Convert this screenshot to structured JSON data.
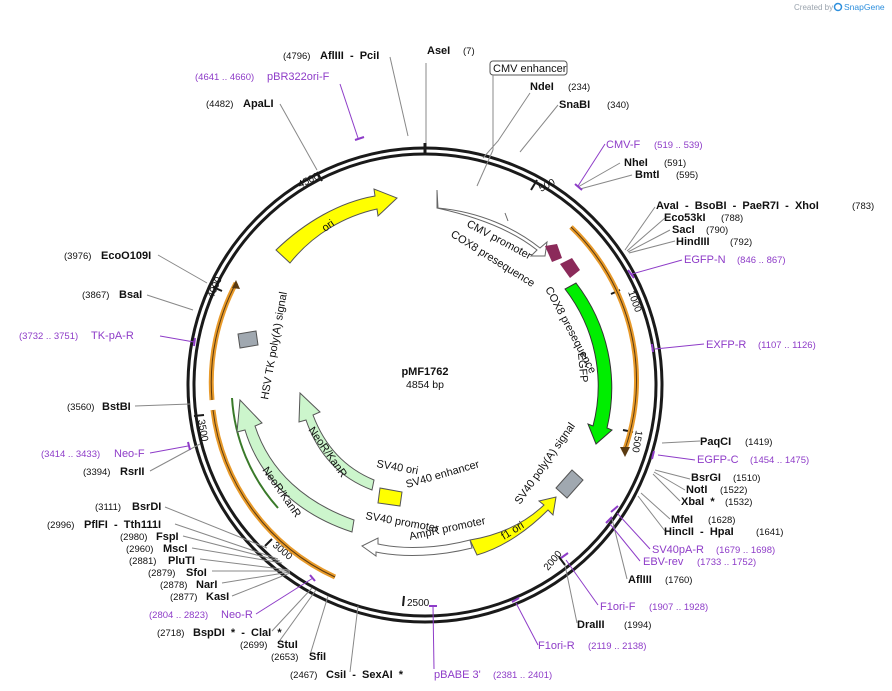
{
  "credit": {
    "prefix": "Created by",
    "brand": "SnapGene"
  },
  "plasmid": {
    "name": "pMF1762",
    "length_text": "4854 bp",
    "length_bp": 4854
  },
  "ticks": [
    {
      "label": "500"
    },
    {
      "label": "1000"
    },
    {
      "label": "1500"
    },
    {
      "label": "2000"
    },
    {
      "label": "2500"
    },
    {
      "label": "3000"
    },
    {
      "label": "3500"
    },
    {
      "label": "4000"
    },
    {
      "label": "4500"
    }
  ],
  "features": {
    "cmv_enhancer": "CMV enhancer",
    "cmv_promoter": "CMV promoter",
    "cox8_1": "COX8 presequence",
    "cox8_2": "COX8 presequence",
    "egfp": "EGFP",
    "sv40_polya": "SV40 poly(A) signal",
    "f1_ori": "f1 ori",
    "ampr_promoter": "AmpR promoter",
    "sv40_promoter": "SV40 promoter",
    "sv40_ori": "SV40 ori",
    "sv40_enhancer": "SV40 enhancer",
    "neor_inner": "NeoR/KanR",
    "neor_outer": "NeoR/KanR",
    "hsv_tk": "HSV TK poly(A) signal",
    "ori": "ori"
  },
  "sites": [
    {
      "name": "AseI",
      "pos": "(7)"
    },
    {
      "name": "NdeI",
      "pos": "(234)"
    },
    {
      "name": "SnaBI",
      "pos": "(340)"
    },
    {
      "name": "NheI",
      "pos": "(591)"
    },
    {
      "name": "BmtI",
      "pos": "(595)"
    },
    {
      "name": "AvaI  -  BsoBI  -  PaeR7I  -  XhoI",
      "pos": "(783)"
    },
    {
      "name": "Eco53kI",
      "pos": "(788)"
    },
    {
      "name": "SacI",
      "pos": "(790)"
    },
    {
      "name": "HindIII",
      "pos": "(792)"
    },
    {
      "name": "PaqCI",
      "pos": "(1419)"
    },
    {
      "name": "BsrGI",
      "pos": "(1510)"
    },
    {
      "name": "NotI",
      "pos": "(1522)"
    },
    {
      "name": "XbaI  *",
      "pos": "(1532)"
    },
    {
      "name": "MfeI",
      "pos": "(1628)"
    },
    {
      "name": "HincII  -  HpaI",
      "pos": "(1641)"
    },
    {
      "name": "AflIII",
      "pos": "(1760)"
    },
    {
      "name": "DraIII",
      "pos": "(1994)"
    },
    {
      "name": "CsiI  -  SexAI  *",
      "pos": "(2467)"
    },
    {
      "name": "SfiI",
      "pos": "(2653)"
    },
    {
      "name": "StuI",
      "pos": "(2699)"
    },
    {
      "name": "BspDI  *  -  ClaI  *",
      "pos": "(2718)"
    },
    {
      "name": "KasI",
      "pos": "(2877)"
    },
    {
      "name": "NarI",
      "pos": "(2878)"
    },
    {
      "name": "SfoI",
      "pos": "(2879)"
    },
    {
      "name": "PluTI",
      "pos": "(2881)"
    },
    {
      "name": "MscI",
      "pos": "(2960)"
    },
    {
      "name": "FspI",
      "pos": "(2980)"
    },
    {
      "name": "PflFI  -  Tth111I",
      "pos": "(2996)"
    },
    {
      "name": "BsrDI",
      "pos": "(3111)"
    },
    {
      "name": "RsrII",
      "pos": "(3394)"
    },
    {
      "name": "BstBI",
      "pos": "(3560)"
    },
    {
      "name": "BsaI",
      "pos": "(3867)"
    },
    {
      "name": "EcoO109I",
      "pos": "(3976)"
    },
    {
      "name": "ApaLI",
      "pos": "(4482)"
    },
    {
      "name": "AflIII  -  PciI",
      "pos": "(4796)"
    }
  ],
  "primers": [
    {
      "name": "pBR322ori-F",
      "pos": "(4641 .. 4660)"
    },
    {
      "name": "CMV-F",
      "pos": "(519 .. 539)"
    },
    {
      "name": "EGFP-N",
      "pos": "(846 .. 867)"
    },
    {
      "name": "EXFP-R",
      "pos": "(1107 .. 1126)"
    },
    {
      "name": "EGFP-C",
      "pos": "(1454 .. 1475)"
    },
    {
      "name": "SV40pA-R",
      "pos": "(1679 .. 1698)"
    },
    {
      "name": "EBV-rev",
      "pos": "(1733 .. 1752)"
    },
    {
      "name": "F1ori-F",
      "pos": "(1907 .. 1928)"
    },
    {
      "name": "F1ori-R",
      "pos": "(2119 .. 2138)"
    },
    {
      "name": "pBABE 3'",
      "pos": "(2381 .. 2401)"
    },
    {
      "name": "Neo-R",
      "pos": "(2804 .. 2823)"
    },
    {
      "name": "Neo-F",
      "pos": "(3414 .. 3433)"
    },
    {
      "name": "TK-pA-R",
      "pos": "(3732 .. 3751)"
    }
  ],
  "colors": {
    "backbone": "#1a1a1a",
    "primer": "#8e3cc8",
    "ori": "#ffff00",
    "f1_ori": "#ffff00",
    "egfp": "#00ee00",
    "neor": "#ccf5cc",
    "cox8": "#8b2a5a",
    "polya": "#a0a8b0",
    "promoter": "#ffffff",
    "orf": "#e89a2a",
    "brand": "#2d8fdd"
  }
}
